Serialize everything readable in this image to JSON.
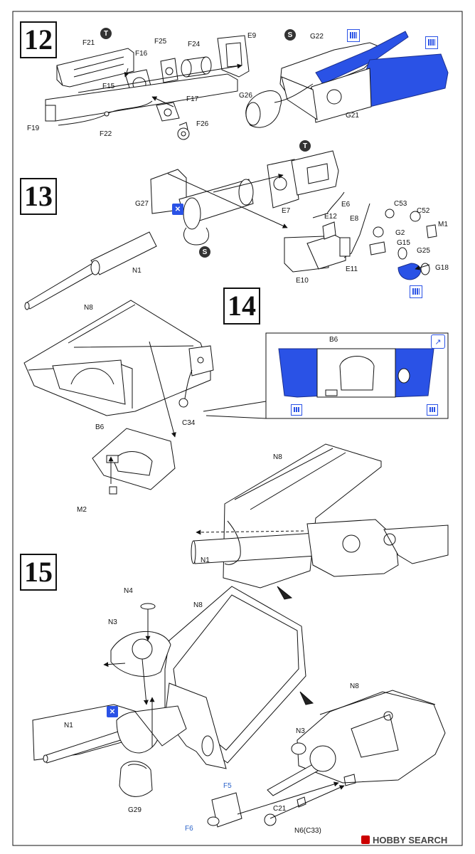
{
  "steps": {
    "s12": "12",
    "s13": "13",
    "s14": "14",
    "s15": "15"
  },
  "markers": {
    "t": "T",
    "s": "S"
  },
  "step12_labels": {
    "F21": "F21",
    "F25": "F25",
    "F24": "F24",
    "E9": "E9",
    "F16": "F16",
    "F15": "F15",
    "F17": "F17",
    "F26": "F26",
    "F19": "F19",
    "F22": "F22",
    "G22": "G22",
    "G26": "G26",
    "G21": "G21"
  },
  "step13_labels": {
    "G27": "G27",
    "E7": "E7",
    "N1": "N1",
    "E6": "E6",
    "C53": "C53",
    "C52": "C52",
    "M1": "M1",
    "E12": "E12",
    "E8": "E8",
    "G2": "G2",
    "G15": "G15",
    "G25": "G25",
    "E10": "E10",
    "E11": "E11",
    "G18": "G18"
  },
  "step14_labels": {
    "N8": "N8",
    "C34": "C34",
    "B6": "B6",
    "M2": "M2",
    "B6_detail": "B6",
    "N8_side": "N8",
    "N1_side": "N1"
  },
  "step15_labels": {
    "N4": "N4",
    "N8": "N8",
    "N3": "N3",
    "N1": "N1",
    "G29": "G29",
    "F5": "F5",
    "F6": "F6",
    "N8_b": "N8",
    "N3_b": "N3",
    "C21": "C21",
    "N6": "N6(C33)"
  },
  "watermark": {
    "text": "HOBBY SEARCH"
  },
  "colors": {
    "line": "#111111",
    "blue_fill": "#2a52e6",
    "label_blue": "#2b63c9",
    "paper": "#ffffff"
  },
  "icons": {
    "marker": "circle-letter-icon",
    "paint": "paint-swatch-icon",
    "glue": "glue-bottle-icon",
    "detail": "magnify-detail-icon",
    "arrow": "direction-arrow-icon"
  }
}
